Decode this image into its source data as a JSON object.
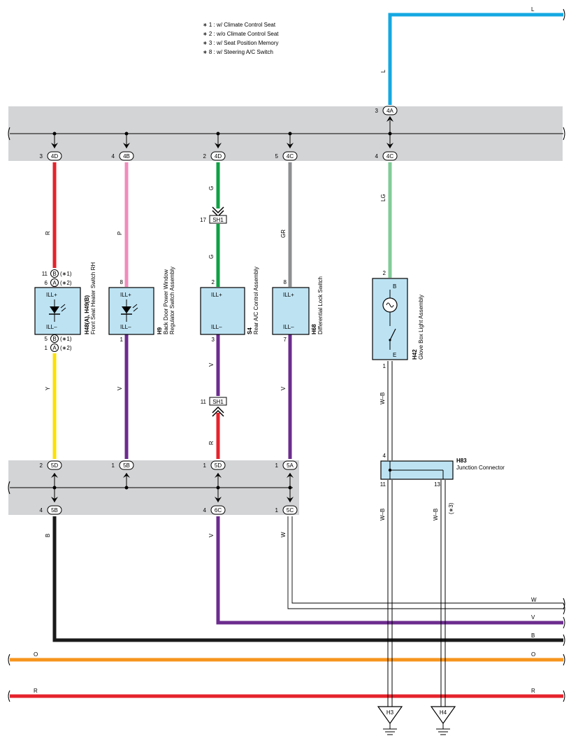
{
  "notes": [
    "∗ 1 : w/ Climate Control Seat",
    "∗ 2 : w/o Climate Control Seat",
    "∗ 3 : w/ Seat Position Memory",
    "∗ 8 : w/ Steering A/C Switch"
  ],
  "colors": {
    "R": "#e5232b",
    "P": "#f08cbc",
    "G": "#10a046",
    "GR": "#8e8f91",
    "L": "#14a8e2",
    "LG": "#80cb98",
    "Y": "#fde100",
    "V": "#6c2c8e",
    "B": "#1a1a1a",
    "O": "#f7941d",
    "W": "#ffffff"
  },
  "upper_connectors": [
    {
      "pin": "3",
      "id": "4D"
    },
    {
      "pin": "4",
      "id": "4B"
    },
    {
      "pin": "2",
      "id": "4D"
    },
    {
      "pin": "5",
      "id": "4C"
    },
    {
      "pin": "4",
      "id": "4C"
    },
    {
      "pin": "3",
      "id": "4A"
    }
  ],
  "lower_connectors_top": [
    {
      "pin": "2",
      "id": "5D"
    },
    {
      "pin": "1",
      "id": "5B"
    },
    {
      "pin": "1",
      "id": "5D"
    },
    {
      "pin": "1",
      "id": "5A"
    }
  ],
  "lower_connectors_bottom": [
    {
      "pin": "4",
      "id": "5B"
    },
    {
      "pin": "4",
      "id": "6C"
    },
    {
      "pin": "1",
      "id": "5C"
    }
  ],
  "wire_labels": {
    "L": "L",
    "R": "R",
    "P": "P",
    "G": "G",
    "GR": "GR",
    "LG": "LG",
    "Y": "Y",
    "V": "V",
    "B": "B",
    "W": "W",
    "O": "O",
    "WB": "W–B"
  },
  "components": {
    "h48": {
      "code": "H48(A), H49(B)",
      "name": "Front Seat Heater Switch RH",
      "ill_plus": "ILL+",
      "ill_minus": "ILL–",
      "top_pins": [
        {
          "pin": "11",
          "conn": "B",
          "note": "(∗1)"
        },
        {
          "pin": "6",
          "conn": "A",
          "note": "(∗2)"
        }
      ],
      "bottom_pins": [
        {
          "pin": "5",
          "conn": "B",
          "note": "(∗1)"
        },
        {
          "pin": "1",
          "conn": "A",
          "note": "(∗2)"
        }
      ]
    },
    "h9": {
      "code": "H9",
      "name1": "Back Door Power Window",
      "name2": "Regulator Switch Assembly",
      "ill_plus": "ILL+",
      "ill_minus": "ILL–",
      "pin_top": "8",
      "pin_bottom": "1"
    },
    "s4": {
      "code": "S4",
      "name": "Rear A/C Control Assembly",
      "ill_plus": "ILL+",
      "ill_minus": "ILL–",
      "pin_top": "2",
      "pin_bottom": "3"
    },
    "h68": {
      "code": "H68",
      "name": "Differential Lock Switch",
      "ill_plus": "ILL+",
      "ill_minus": "ILL–",
      "pin_top": "8",
      "pin_bottom": "7"
    },
    "h42": {
      "code": "H42",
      "name": "Glove Box Light Assembly",
      "term_top": "B",
      "term_bottom": "E",
      "pin_top": "2",
      "pin_bottom": "1"
    },
    "h83": {
      "code": "H83",
      "name": "Junction Connector",
      "pin_top": "4",
      "pin_left": "11",
      "pin_right": "13",
      "note": "(∗3)"
    }
  },
  "sh1": [
    {
      "pin": "17",
      "id": "SH1"
    },
    {
      "pin": "11",
      "id": "SH1"
    }
  ],
  "grounds": [
    "H3",
    "H4"
  ]
}
